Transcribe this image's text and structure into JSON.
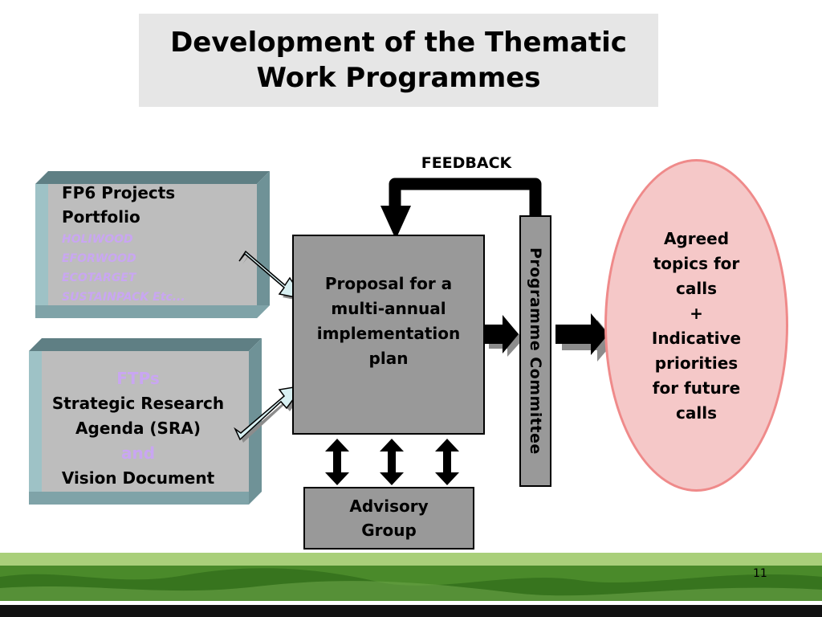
{
  "title": {
    "line1": "Development of the Thematic",
    "line2": "Work Programmes"
  },
  "feedback_label": "FEEDBACK",
  "fp6_panel": {
    "line1": "FP6 Projects",
    "line2": "Portfolio",
    "items": [
      "HOLIWOOD",
      "EFORWOOD",
      "ECOTARGET",
      "SUSTAINPACK Etc..."
    ]
  },
  "ftp_panel": {
    "line1": "FTPs",
    "line2": "Strategic Research",
    "line3": "Agenda (SRA)",
    "line4": "and",
    "line5": "Vision Document"
  },
  "proposal_box": {
    "line1": "Proposal for a",
    "line2": "multi-annual",
    "line3": "implementation",
    "line4": "plan"
  },
  "committee_label": "Programme Committee",
  "advisory_box": {
    "line1": "Advisory",
    "line2": "Group"
  },
  "outcome": {
    "line1": "Agreed",
    "line2": "topics for",
    "line3": "calls",
    "line4": "+",
    "line5": "Indicative",
    "line6": "priorities",
    "line7": "for future",
    "line8": "calls"
  },
  "page_number": "11",
  "colors": {
    "title_bg": "#e6e6e6",
    "box_fill": "#999999",
    "panel_face": "#bdbdbd",
    "panel_bevel": "#9ec2c6",
    "accent_text": "#c9a6f2",
    "ellipse_fill": "#f5c8c8",
    "ellipse_border": "#ef8a8a",
    "input_arrow": "#d8f0f2",
    "footer_green": "#4a8a2a"
  }
}
